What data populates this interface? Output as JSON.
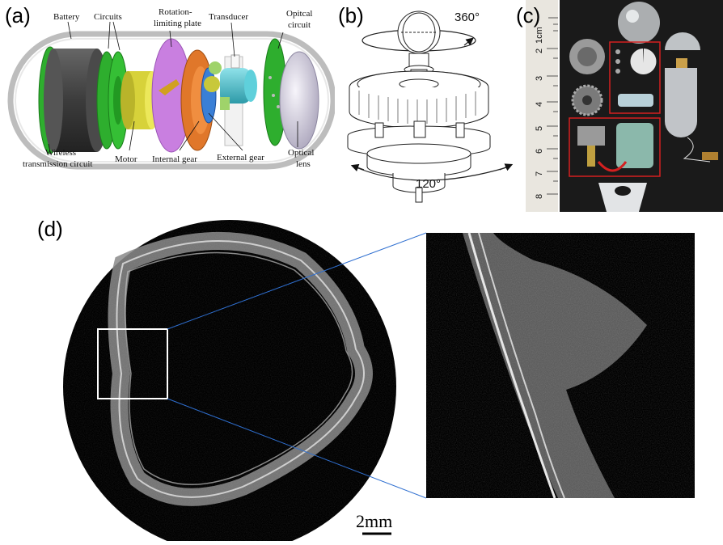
{
  "panels": {
    "a": {
      "letter": "(a)",
      "labels": {
        "battery": "Battery",
        "circuits": "Circuits",
        "rotation1": "Rotation-",
        "rotation2": "limiting plate",
        "transducer": "Transducer",
        "opt_circ1": "Opitcal",
        "opt_circ2": "circuit",
        "wireless1": "Wireless",
        "wireless2": "transmission circuit",
        "motor": "Motor",
        "internal_gear": "Internal gear",
        "external_gear": "External gear",
        "opt_lens1": "Optical",
        "opt_lens2": "lens"
      }
    },
    "b": {
      "letter": "(b)",
      "angle_top": "360°",
      "angle_bottom": "120°"
    },
    "c": {
      "letter": "(c)",
      "ruler_unit": "1cm",
      "ruler_ticks": [
        "2",
        "3",
        "4",
        "5",
        "6",
        "7",
        "8"
      ]
    },
    "d": {
      "letter": "(d)",
      "scale_bar": "2mm"
    }
  },
  "colors": {
    "capsule_shell": "#d9d9d9",
    "battery": "#3a3a3a",
    "circuit_green": "#2eae2e",
    "motor": "#d7d23a",
    "plate": "#c97fe0",
    "internal_gear": "#e0772a",
    "external_gear": "#3a7fd6",
    "transducer": "#4fc3cf",
    "lens": "#c9c4d6",
    "zoom_line": "#2f6fd0",
    "photo_bg": "#1a1a1a",
    "highlight_box": "#d42020"
  }
}
